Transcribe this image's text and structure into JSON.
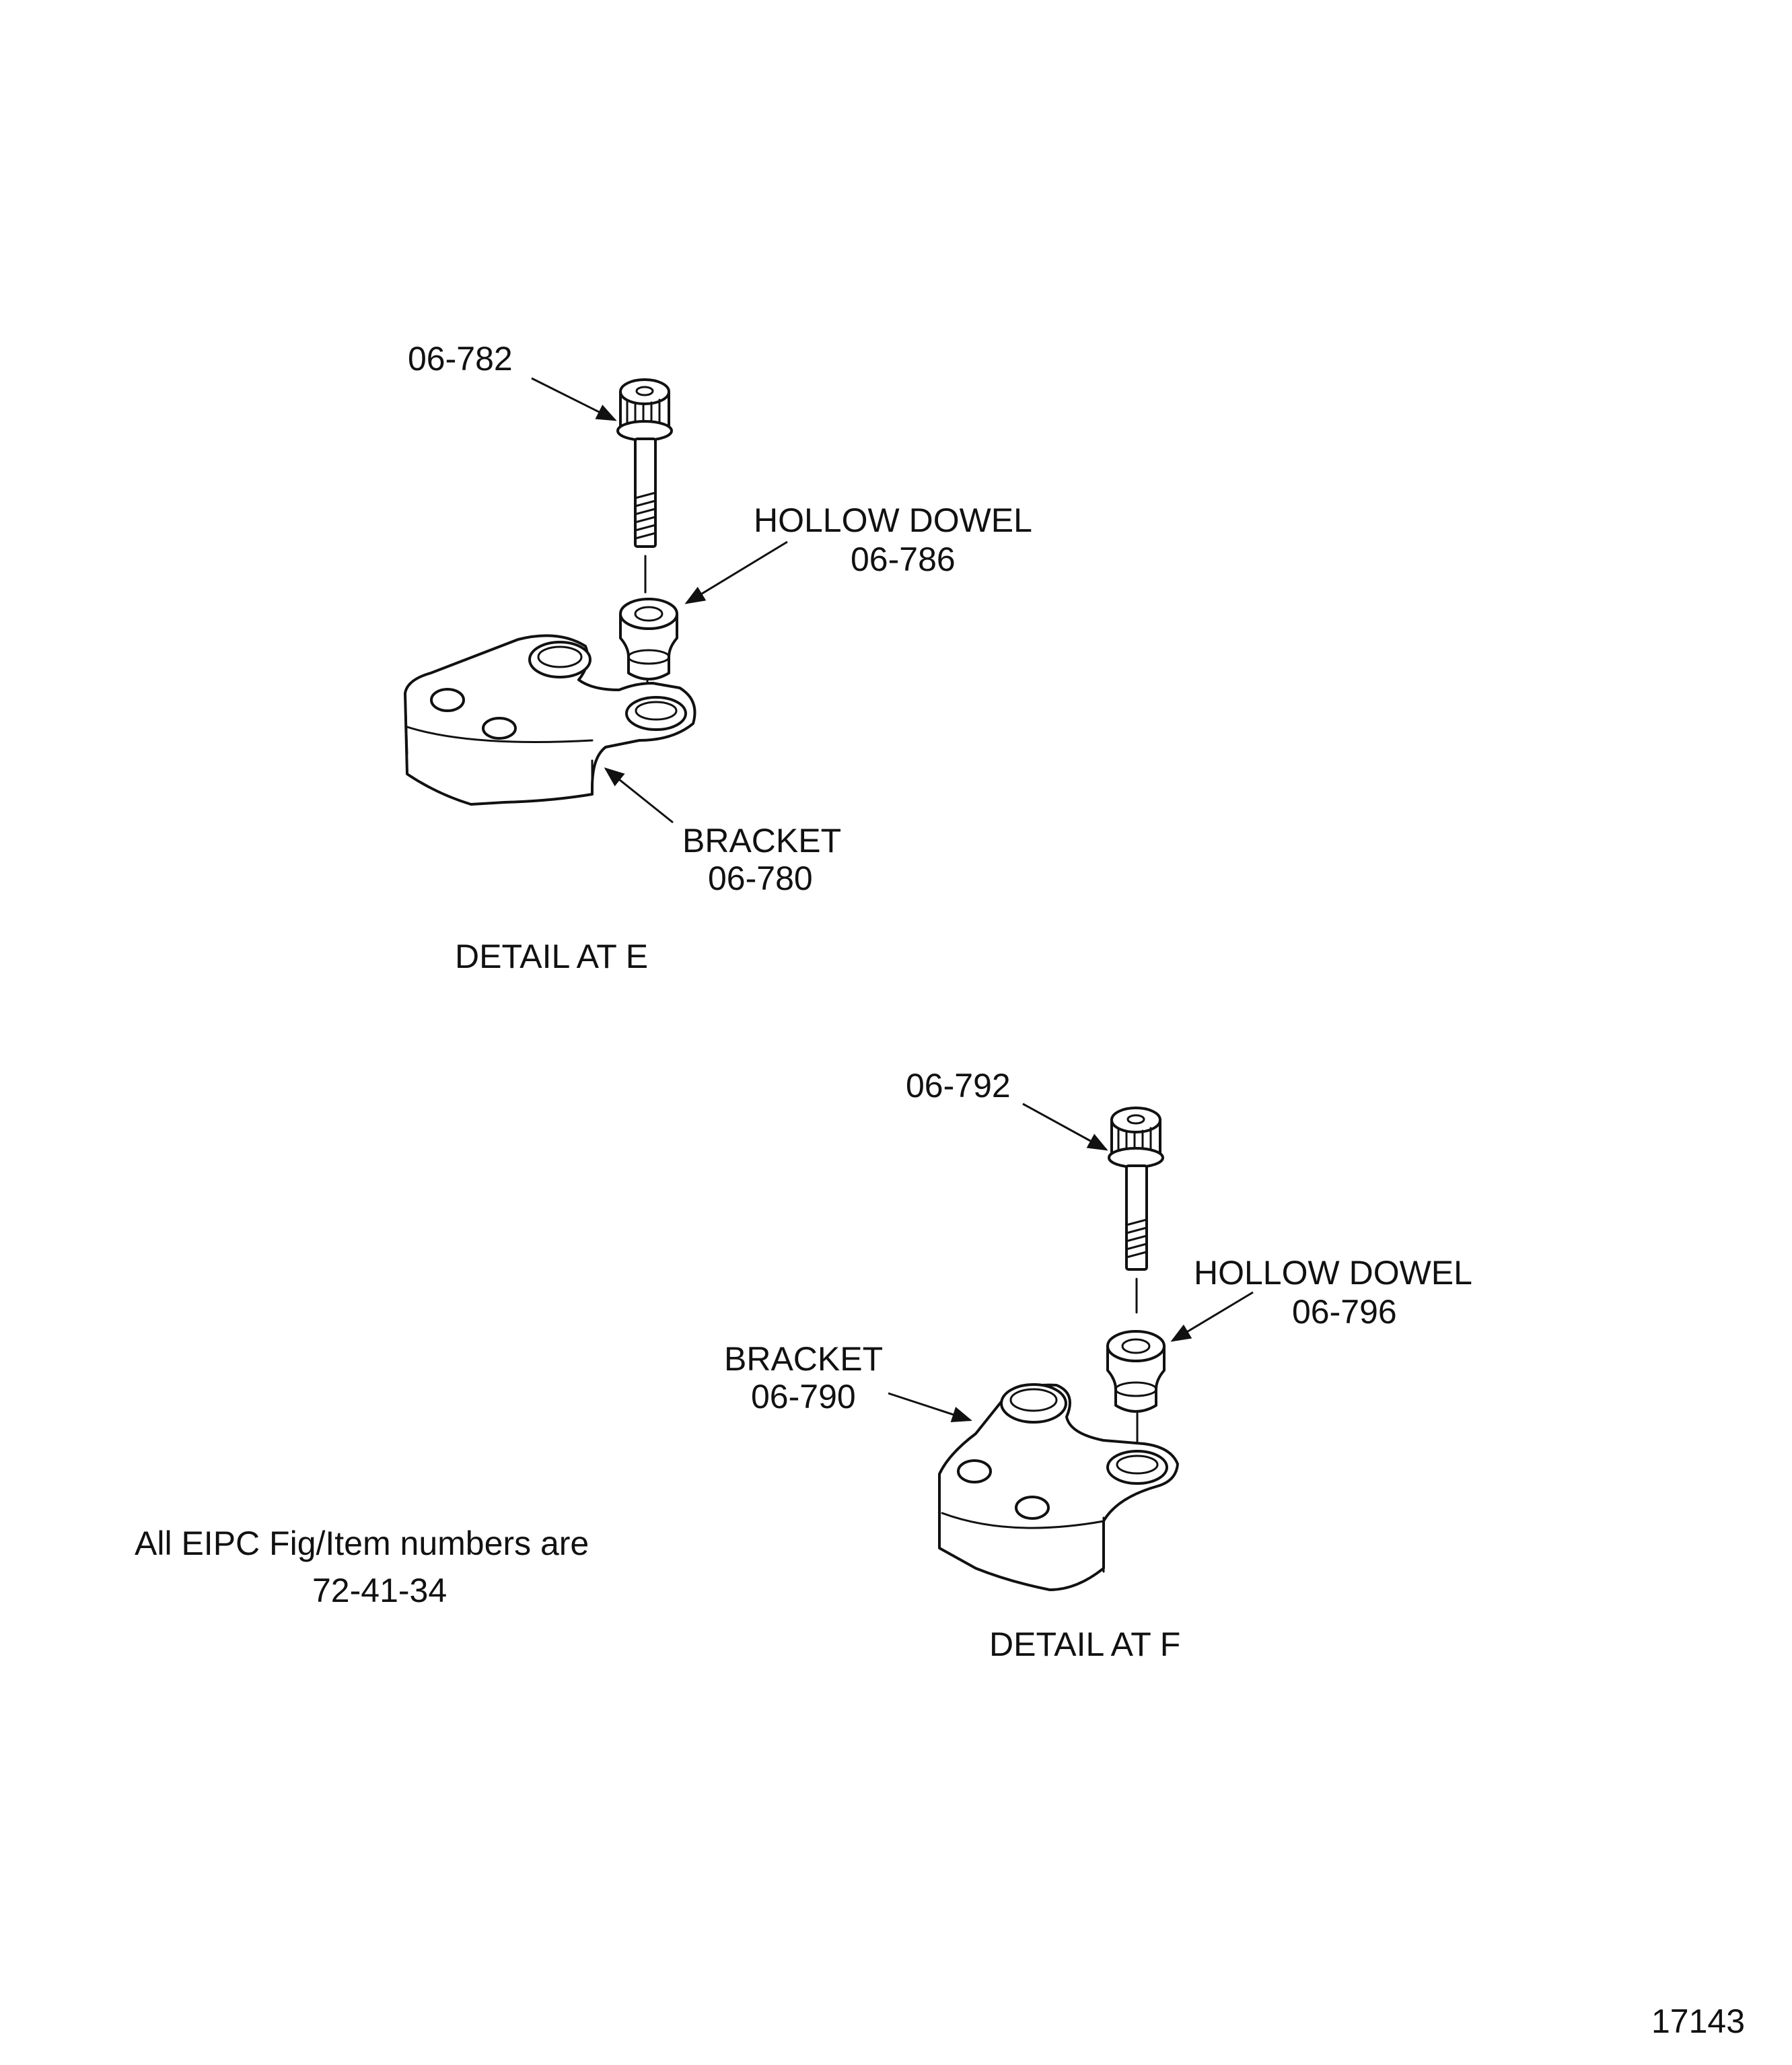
{
  "detail_e": {
    "caption": "DETAIL AT E",
    "bolt_label": "06-782",
    "dowel_label_line1": "HOLLOW DOWEL",
    "dowel_label_line2": "06-786",
    "bracket_label_line1": "BRACKET",
    "bracket_label_line2": "06-780"
  },
  "detail_f": {
    "caption": "DETAIL AT F",
    "bolt_label": "06-792",
    "dowel_label_line1": "HOLLOW DOWEL",
    "dowel_label_line2": "06-796",
    "bracket_label_line1": "BRACKET",
    "bracket_label_line2": "06-790"
  },
  "note": {
    "line1": "All EIPC Fig/Item numbers are",
    "line2": "72-41-34"
  },
  "figure_number": "17143",
  "colors": {
    "ink": "#111111",
    "paper": "#ffffff"
  }
}
